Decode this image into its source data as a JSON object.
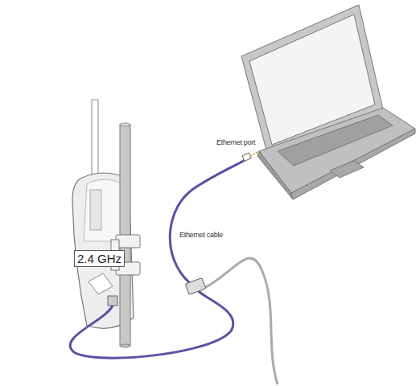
{
  "diagram": {
    "labels": [
      "Ethernet port",
      "Ethernet cable",
      "2.4 GHz"
    ]
  }
}
